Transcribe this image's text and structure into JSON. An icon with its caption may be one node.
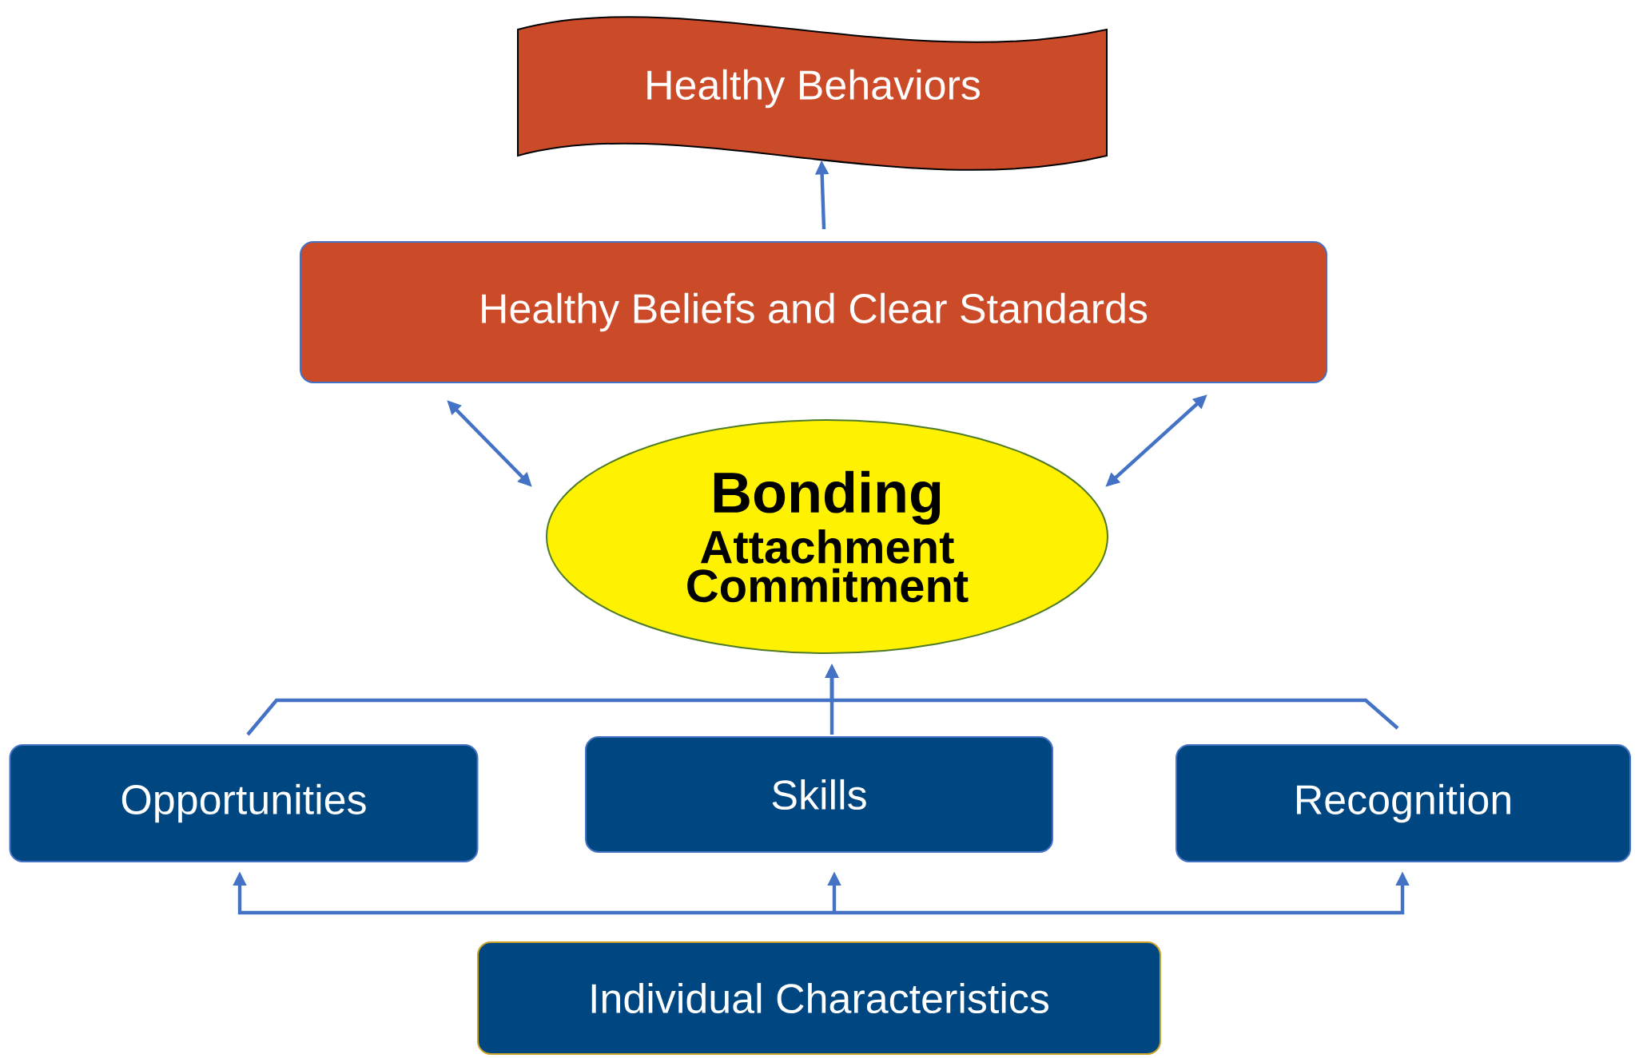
{
  "diagram": {
    "nodes": [
      {
        "text": [
          "Healthy Behaviors"
        ]
      },
      {
        "text": [
          "Healthy Beliefs and Clear Standards"
        ]
      },
      {
        "text": [
          "Bonding",
          "Attachment",
          "Commitment"
        ]
      },
      {
        "text": [
          "Opportunities"
        ]
      },
      {
        "text": [
          "Skills"
        ]
      },
      {
        "text": [
          "Recognition"
        ]
      },
      {
        "text": [
          "Individual Characteristics"
        ]
      }
    ],
    "edges": [
      {
        "from": 1,
        "to": 0,
        "arrow": "to"
      },
      {
        "from": 2,
        "to": 1,
        "arrow": "both"
      },
      {
        "from": 2,
        "to": 1,
        "arrow": "both"
      },
      {
        "from": 3,
        "to": 2,
        "arrow": "to"
      },
      {
        "from": 4,
        "to": 2,
        "arrow": "to"
      },
      {
        "from": 5,
        "to": 2,
        "arrow": "to"
      },
      {
        "from": 6,
        "to": 3,
        "arrow": "to"
      },
      {
        "from": 6,
        "to": 4,
        "arrow": "to"
      },
      {
        "from": 6,
        "to": 5,
        "arrow": "to"
      }
    ]
  }
}
